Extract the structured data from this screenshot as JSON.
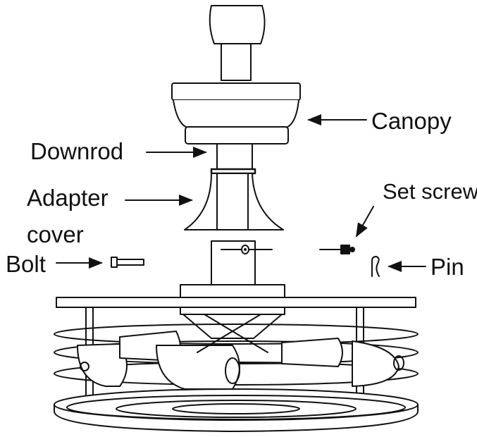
{
  "labels": {
    "canopy": "Canopy",
    "downrod": "Downrod",
    "adapter_cover_line1": "Adapter",
    "adapter_cover_line2": "cover",
    "set_screw": "Set screw",
    "bolt": "Bolt",
    "pin": "Pin"
  },
  "colors": {
    "ink": "#111111",
    "background": "#ffffff"
  }
}
